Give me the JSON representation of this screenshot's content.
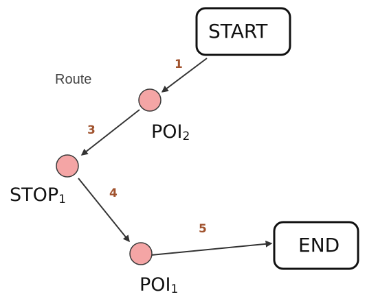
{
  "diagram": {
    "route_label": "Route",
    "start_label": "START",
    "end_label": "END",
    "nodes": {
      "poi2": {
        "name": "POI",
        "sub": "2"
      },
      "stop1": {
        "name": "STOP",
        "sub": "1"
      },
      "poi1": {
        "name": "POI",
        "sub": "1"
      }
    },
    "steps": {
      "s1": "1",
      "s3": "3",
      "s4": "4",
      "s5": "5"
    }
  },
  "colors": {
    "node_fill": "#f4a5a5",
    "node_stroke": "#3a3a3a",
    "arrow": "#333333",
    "step_number": "#a0522d",
    "box_stroke": "#111111"
  }
}
